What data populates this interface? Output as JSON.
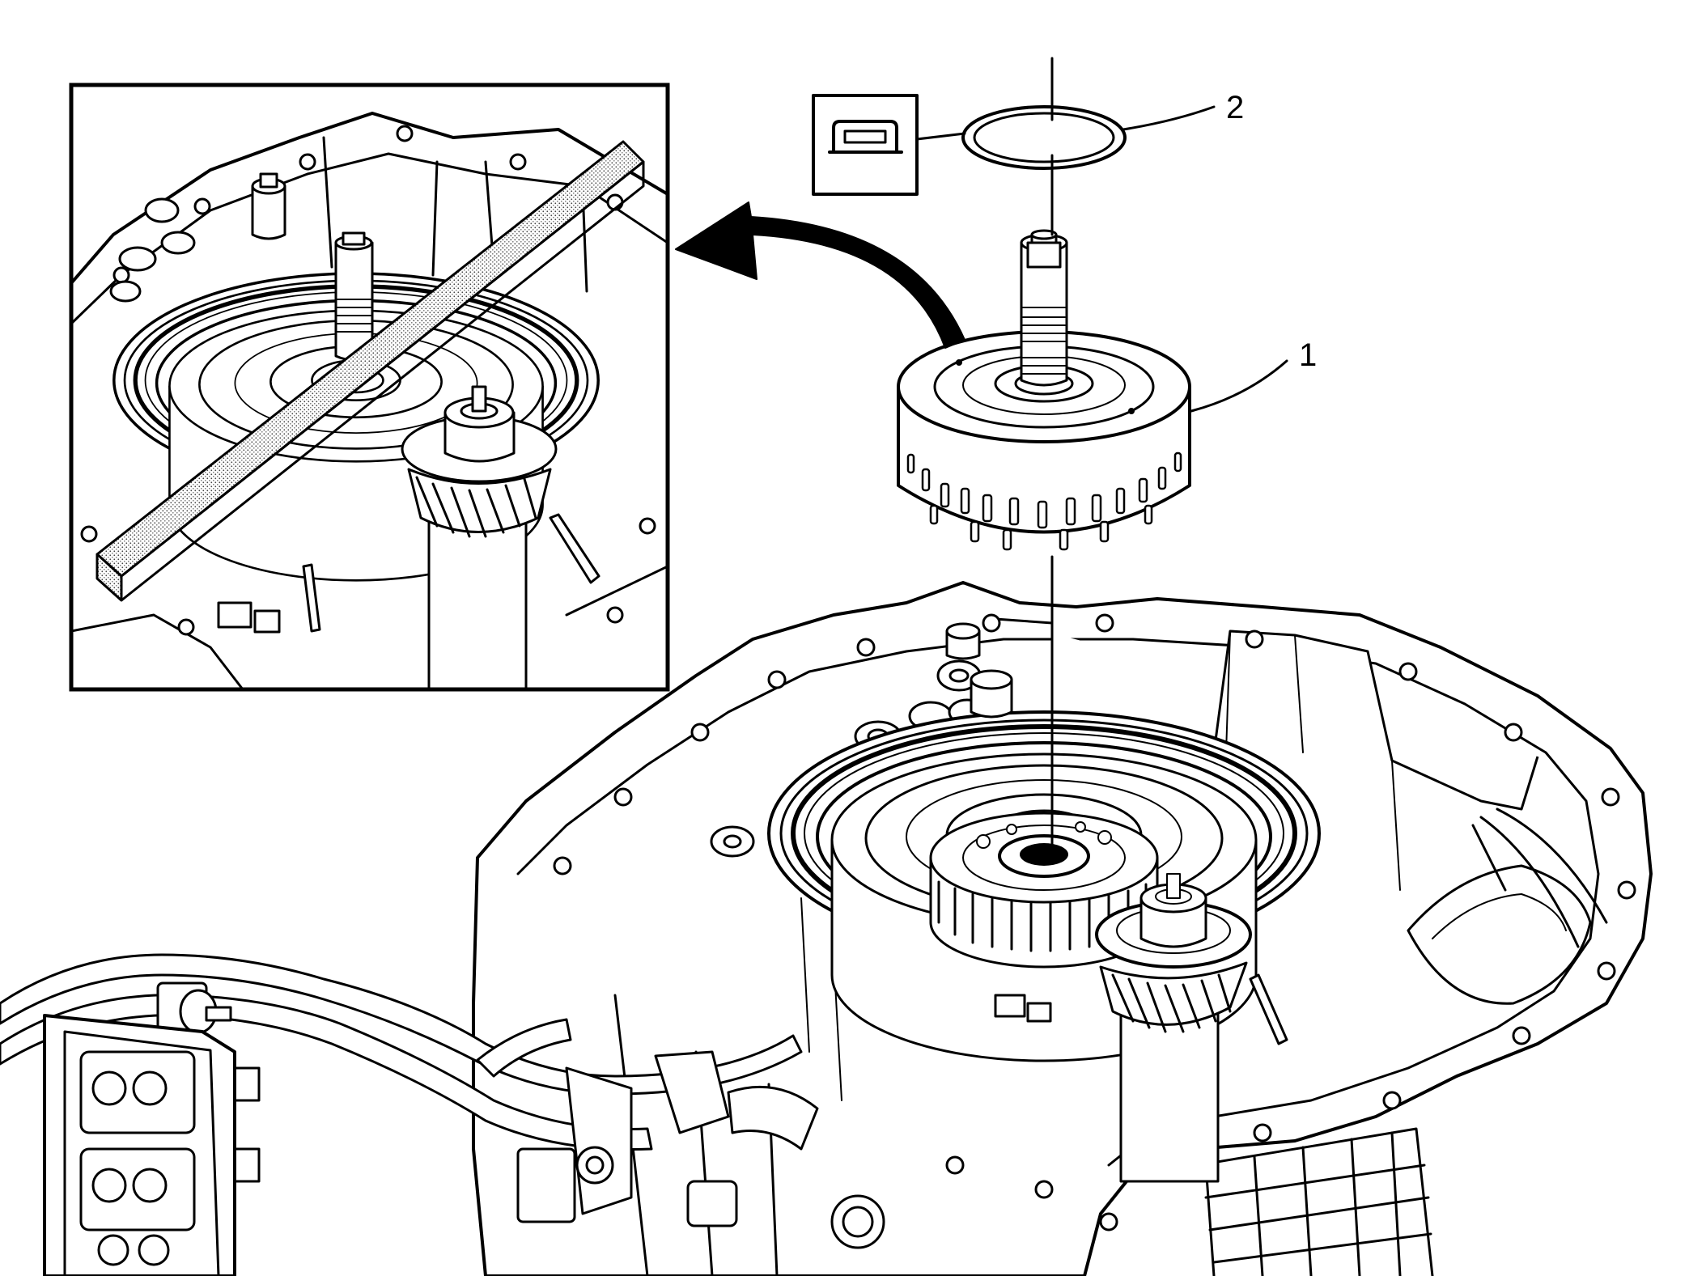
{
  "callouts": [
    {
      "id": "1",
      "label": "1"
    },
    {
      "id": "2",
      "label": "2"
    }
  ],
  "icons": [
    "seal-symbol-icon",
    "curved-arrow-icon"
  ]
}
